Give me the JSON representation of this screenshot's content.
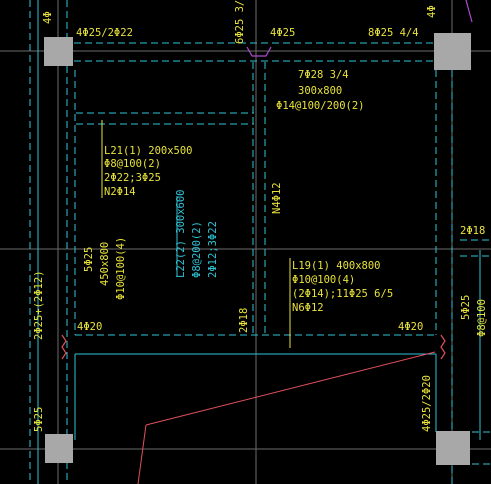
{
  "colors": {
    "background": "#000000",
    "beam_line": "#2fc3d6",
    "axis_line": "#6b6b6b",
    "annotation": "#e8e23a",
    "annotation_alt": "#2fc3d6",
    "column": "#a8a8a8",
    "red_line": "#e0505a",
    "magenta": "#b04ad0"
  },
  "labels": {
    "top_left_bars": "4Φ25/2Φ22",
    "top_mid_bars": "4Φ25",
    "top_right_bars": "8Φ25 4/4",
    "top_vert_a": "6Φ25 3/",
    "top_vert_b": "4Φ",
    "top_left_vert": "4Φ",
    "beam_main_1": "7Φ28 3/4",
    "beam_main_2": "300x800",
    "beam_main_3": "Φ14@100/200(2)",
    "l21_1": "L21(1) 200x500",
    "l21_2": "Φ8@100(2)",
    "l21_3": "2Φ22;3Φ25",
    "l21_4": "N2Φ14",
    "n4": "N4Φ12",
    "l22_1": "L22(2) 300x600",
    "l22_2": "Φ8@200(2)",
    "l22_3": "2Φ12;3Φ22",
    "left_beam_1": "5Φ25",
    "left_beam_2": "450x800",
    "left_beam_3": "Φ10@100(4)",
    "right_2phi18": "2Φ18",
    "l19_1": "L19(1) 400x800",
    "l19_2": "Φ10@100(4)",
    "l19_3": "(2Φ14);11Φ25 6/5",
    "l19_4": "N6Φ12",
    "mid_2phi18": "2Φ18",
    "left_4phi20": "4Φ20",
    "right_4phi20": "4Φ20",
    "left_edge_vert": "2Φ25+(2Φ12)",
    "right_edge_1": "5Φ25",
    "right_edge_2": "Φ8@100",
    "bottom_left_vert": "5Φ25",
    "bottom_right_vert": "4Φ25/2Φ20"
  }
}
